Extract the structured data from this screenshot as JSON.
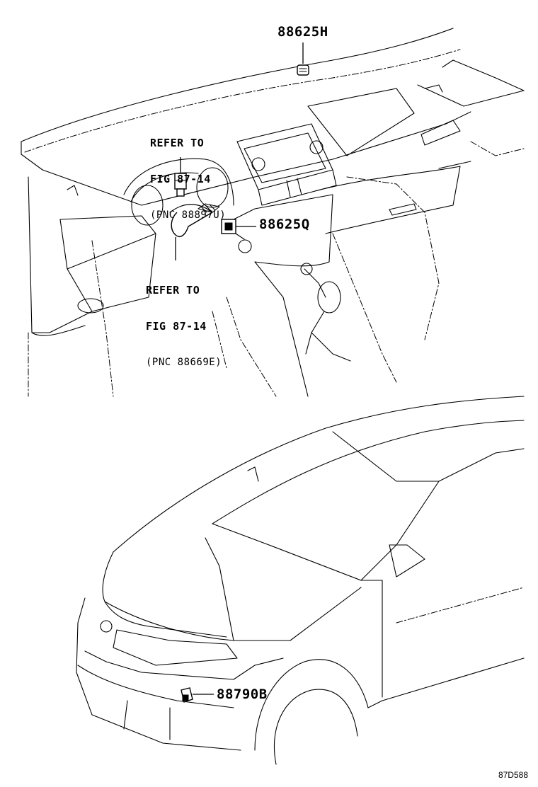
{
  "callouts": {
    "roof_sensor": "88625H",
    "cabin_sensor": "88625Q",
    "ambient_sensor": "88790B"
  },
  "references": [
    {
      "line1": "REFER TO",
      "line2": "FIG 87-14",
      "line3": "(PNC 88897U)"
    },
    {
      "line1": "REFER TO",
      "line2": "FIG 87-14",
      "line3": "(PNC 88669E)"
    }
  ],
  "figure_id": "87D588"
}
